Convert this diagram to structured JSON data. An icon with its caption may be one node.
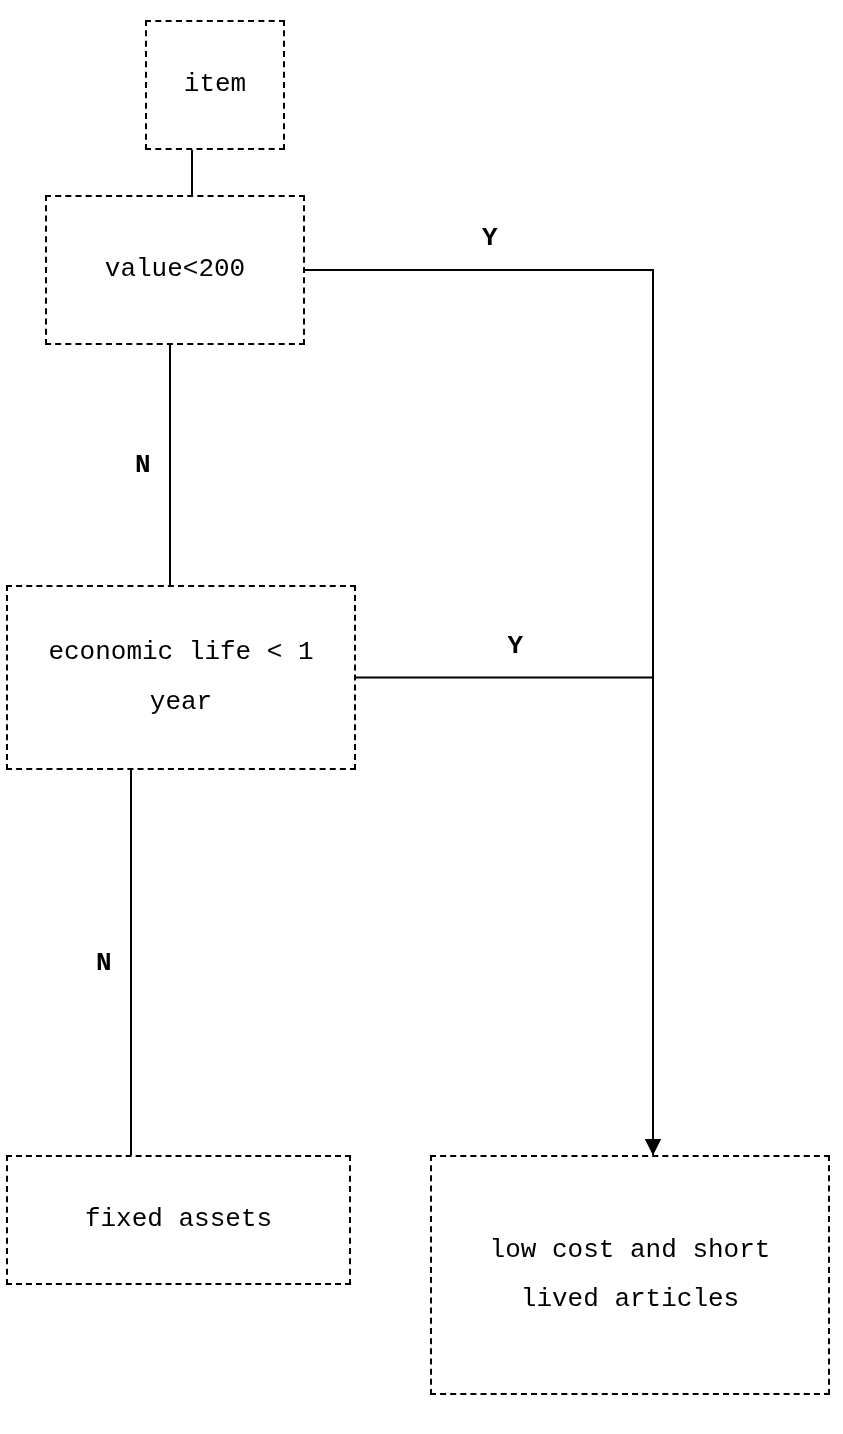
{
  "diagram": {
    "nodes": [
      {
        "text": [
          "item"
        ]
      },
      {
        "text": [
          "value<200"
        ]
      },
      {
        "text": [
          "economic life < 1 year"
        ]
      },
      {
        "text": [
          "fixed assets"
        ]
      },
      {
        "text": [
          "low cost and short lived articles"
        ]
      }
    ],
    "edges": [
      {
        "from": 0,
        "to": 1,
        "arrow": "none"
      },
      {
        "from": 1,
        "to": 4,
        "arrow": "to",
        "label": "Y"
      },
      {
        "from": 1,
        "to": 2,
        "arrow": "none",
        "label": "N"
      },
      {
        "from": 2,
        "to": 4,
        "arrow": "to",
        "label": "Y"
      },
      {
        "from": 2,
        "to": 3,
        "arrow": "none",
        "label": "N"
      }
    ]
  }
}
